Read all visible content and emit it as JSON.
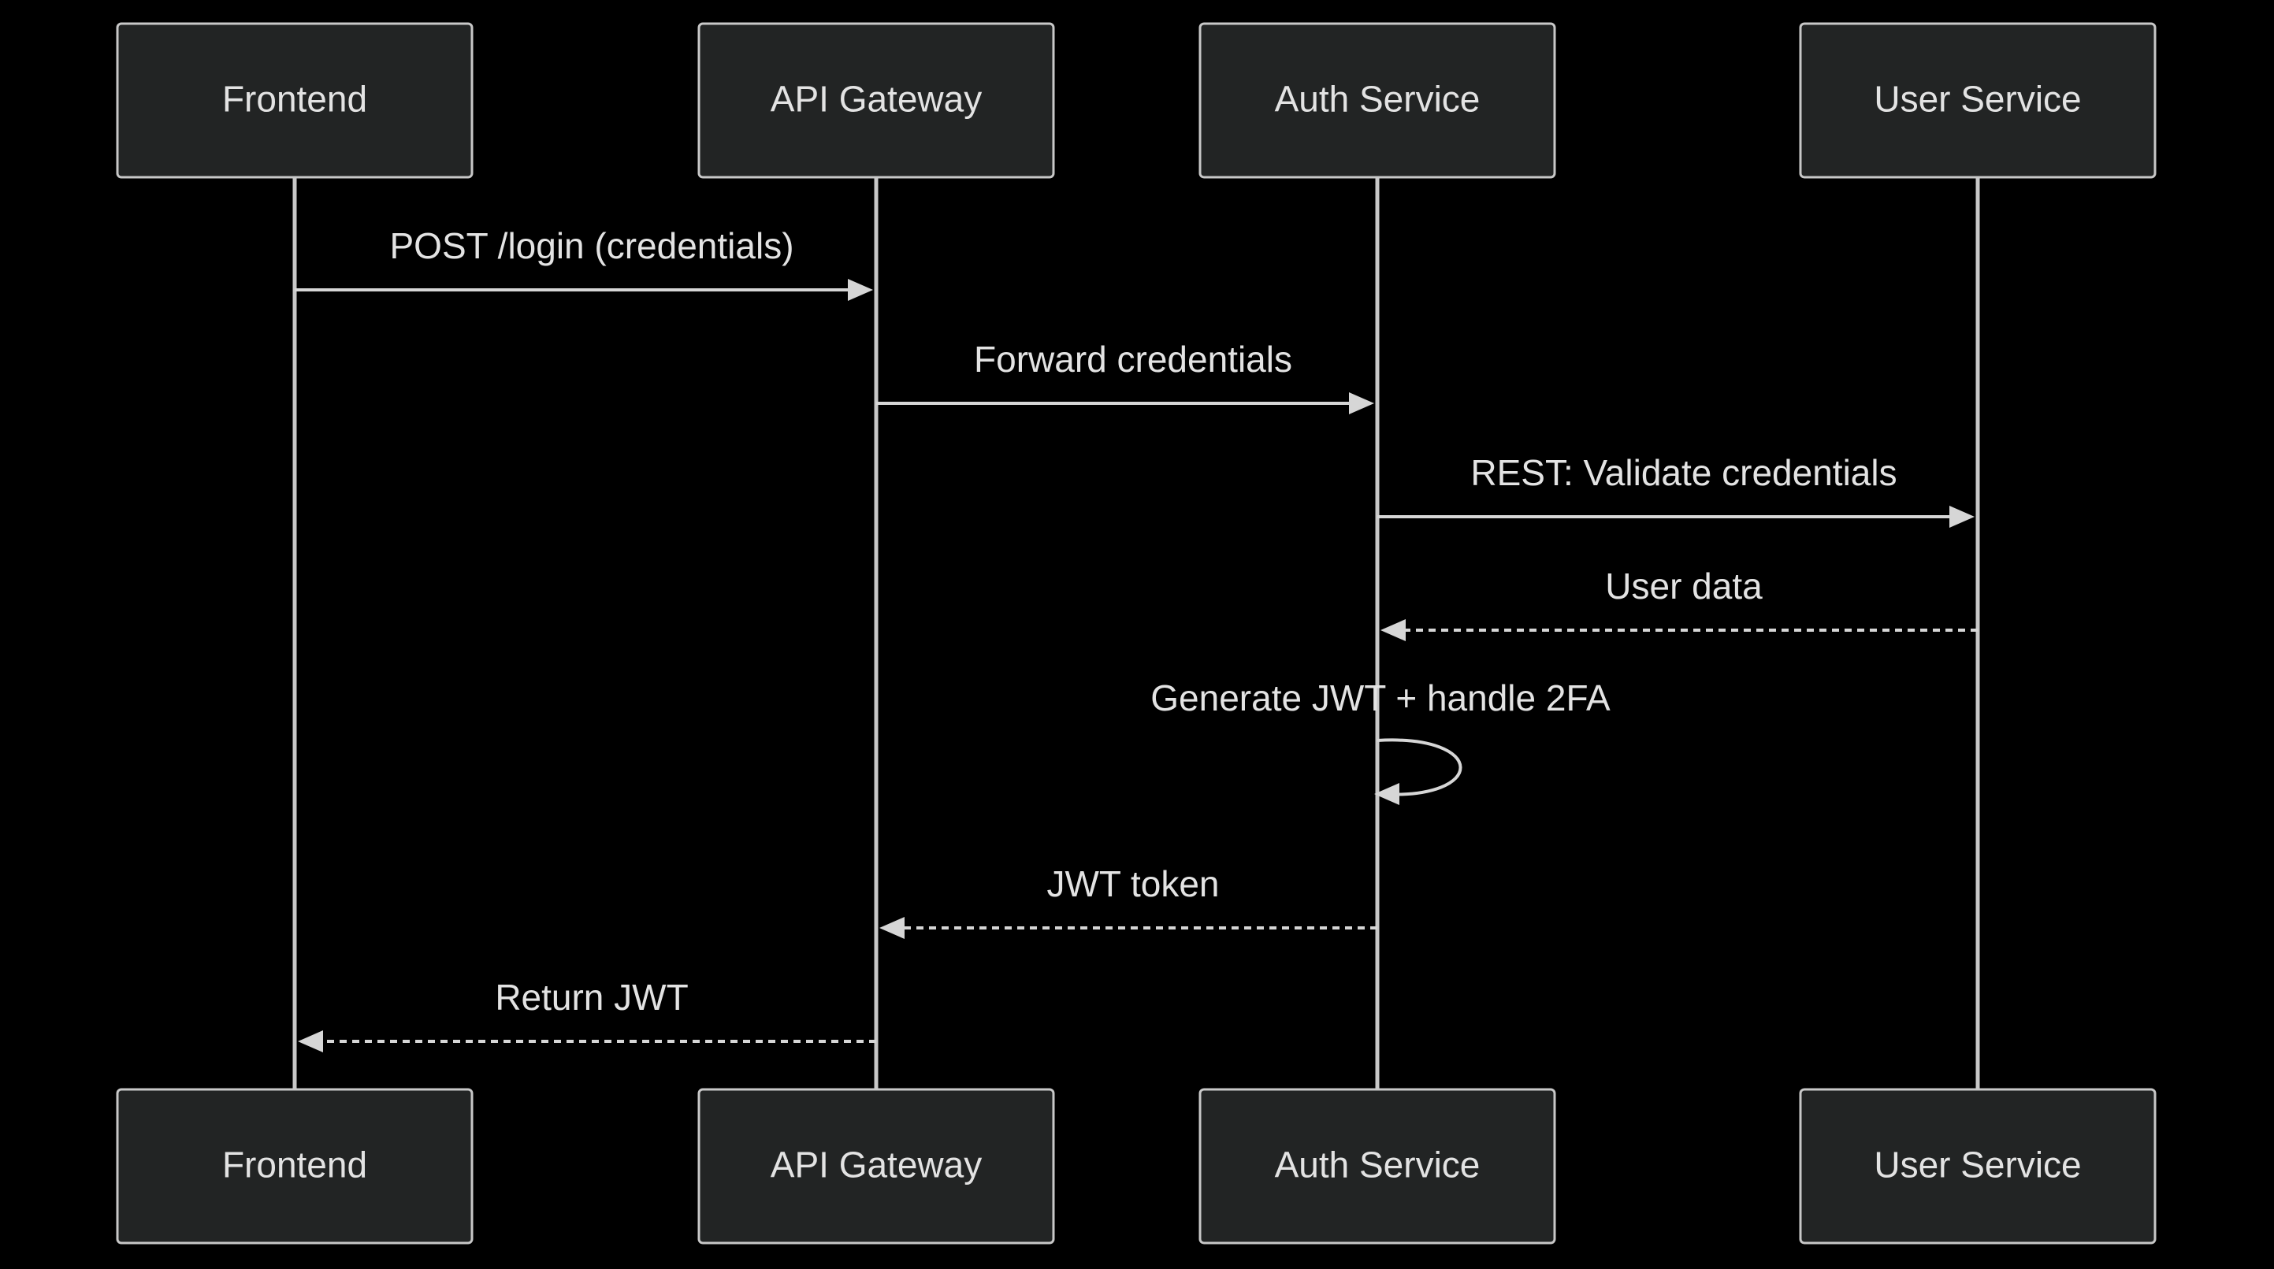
{
  "diagram": {
    "type": "sequence",
    "colors": {
      "background": "#000000",
      "actor_fill": "#222424",
      "actor_stroke": "#c8c8c8",
      "line": "#d6d6d6",
      "text": "#e3e3e3"
    },
    "participants": [
      {
        "id": "frontend",
        "label": "Frontend"
      },
      {
        "id": "gateway",
        "label": "API Gateway"
      },
      {
        "id": "auth",
        "label": "Auth Service"
      },
      {
        "id": "user",
        "label": "User Service"
      }
    ],
    "messages": [
      {
        "from": "frontend",
        "to": "gateway",
        "label": "POST /login (credentials)",
        "style": "solid"
      },
      {
        "from": "gateway",
        "to": "auth",
        "label": "Forward credentials",
        "style": "solid"
      },
      {
        "from": "auth",
        "to": "user",
        "label": "REST: Validate credentials",
        "style": "solid"
      },
      {
        "from": "user",
        "to": "auth",
        "label": "User data",
        "style": "dashed"
      },
      {
        "from": "auth",
        "to": "auth",
        "label": "Generate JWT + handle 2FA",
        "style": "solid"
      },
      {
        "from": "auth",
        "to": "gateway",
        "label": "JWT token",
        "style": "dashed"
      },
      {
        "from": "gateway",
        "to": "frontend",
        "label": "Return JWT",
        "style": "dashed"
      }
    ]
  }
}
